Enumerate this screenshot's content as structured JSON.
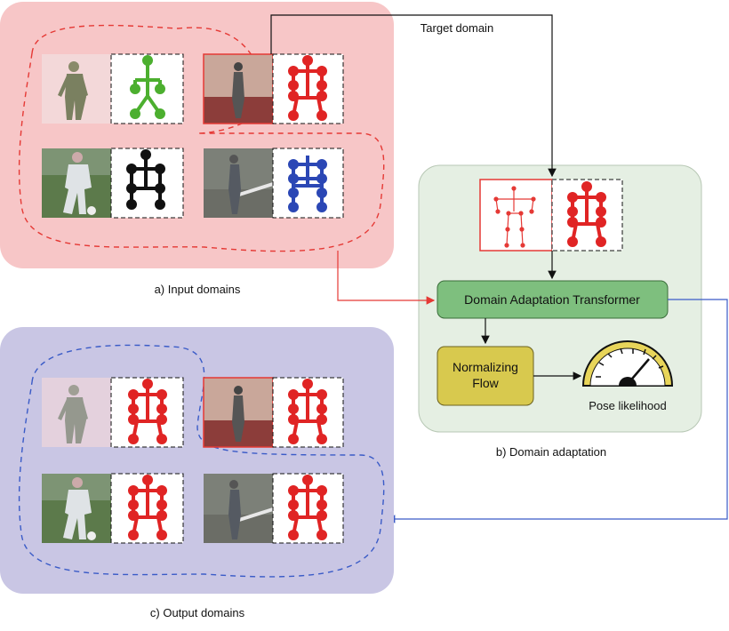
{
  "labels": {
    "target_domain": "Target domain",
    "input_domains": "a) Input domains",
    "domain_adaptation": "b) Domain adaptation",
    "output_domains": "c) Output domains",
    "transformer": "Domain Adaptation Transformer",
    "flow_line1": "Normalizing",
    "flow_line2": "Flow",
    "pose_likelihood": "Pose likelihood"
  },
  "colors": {
    "input_panel": "#f7c6c7",
    "adaptation_panel": "#e5efe3",
    "output_panel": "#c9c6e4",
    "transformer_box": "#7ebf7e",
    "flow_box": "#d8c94e",
    "skeleton_green": "#4caf2f",
    "skeleton_red": "#e02424",
    "skeleton_black": "#111111",
    "skeleton_blue": "#2b47b5",
    "arrow_red": "#e53935",
    "arrow_blue": "#3a5bc7",
    "gauge_gold": "#e8d55a"
  },
  "icons": [
    "person-photo-icon",
    "skeleton-icon",
    "gauge-icon"
  ]
}
